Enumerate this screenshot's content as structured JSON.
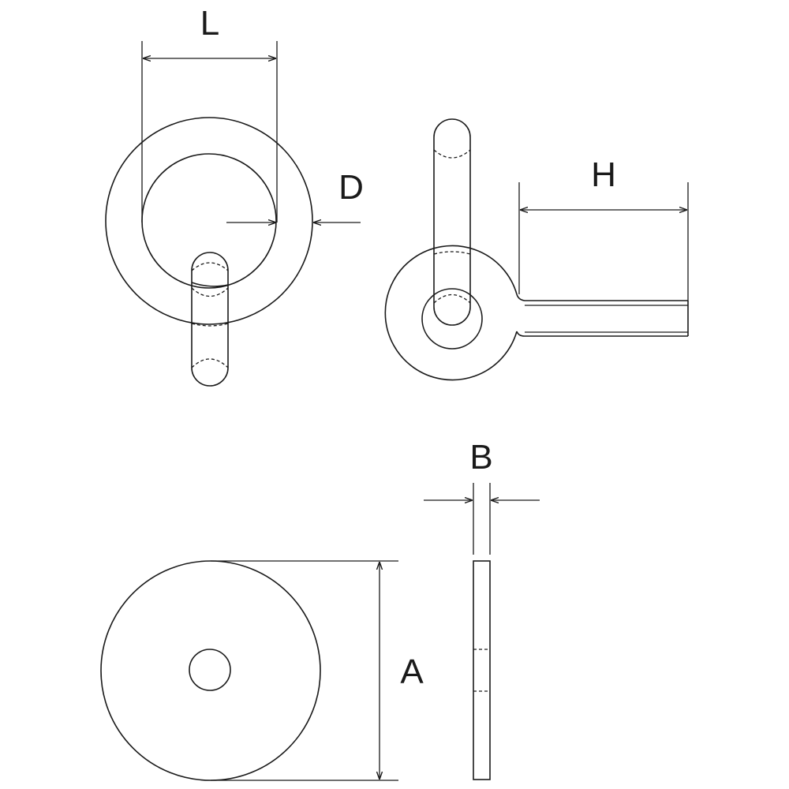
{
  "dimension_labels": {
    "L": "L",
    "D": "D",
    "H": "H",
    "B": "B",
    "A": "A"
  },
  "colors": {
    "line": "#1a1a1a",
    "background": "#ffffff"
  }
}
